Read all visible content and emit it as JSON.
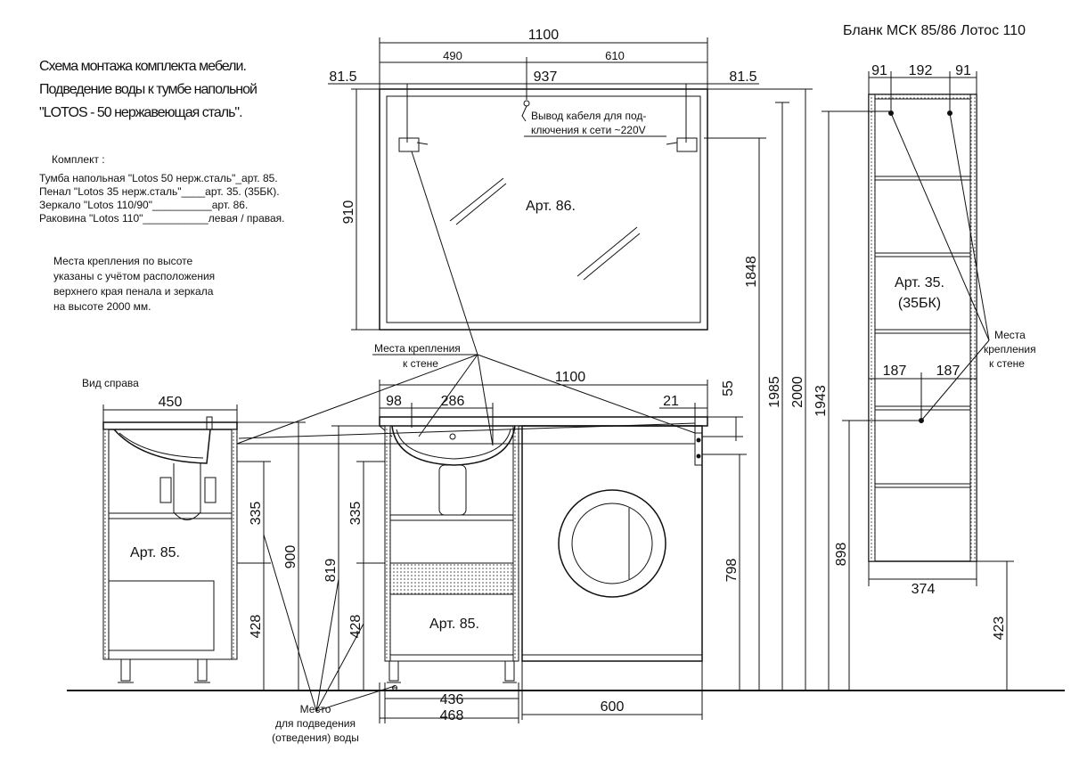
{
  "header": {
    "blank": "Бланк МСК 85/86 Лотос 110"
  },
  "title_lines": [
    "Схема монтажа комплекта мебели.",
    "Подведение воды к тумбе напольной",
    "\"LOTOS - 50 нержавеющая сталь\"."
  ],
  "komplekt": {
    "title": "Комплект :",
    "items": [
      "Тумба напольная \"Lotos 50 нерж.сталь\"_арт. 85.",
      "Пенал \"Lotos 35 нерж.сталь\"____арт. 35. (35БК).",
      "Зеркало \"Lotos 110/90\"__________арт. 86.",
      "Раковина \"Lotos 110\"___________левая / правая."
    ]
  },
  "note_lines": [
    "Места крепления по высоте",
    "указаны с учётом расположения",
    "верхнего края пенала и зеркала",
    "на высоте 2000 мм."
  ],
  "labels": {
    "side_view": "Вид  справа",
    "art85": "Арт. 85.",
    "art86": "Арт. 86.",
    "art35_line1": "Арт. 35.",
    "art35_line2": "(35БК)",
    "cable_line1": "Вывод кабеля для под-",
    "cable_line2": "ключения к сети ~220V",
    "wall_mount_line1": "Места крепления",
    "wall_mount_line2": "к стене",
    "pencil_mount_line1": "Места",
    "pencil_mount_line2": "крепления",
    "pencil_mount_line3": "к стене",
    "water_line1": "Место",
    "water_line2": "для подведения",
    "water_line3": "(отведения) воды"
  },
  "dims": {
    "mirror_width": "1100",
    "mirror_left": "490",
    "mirror_right": "610",
    "mirror_inner": "937",
    "mirror_offset_left": "81.5",
    "mirror_offset_right": "81.5",
    "mirror_height": "910",
    "h_1848": "1848",
    "h_1985": "1985",
    "h_2000": "2000",
    "h_1943": "1943",
    "pencil_91_left": "91",
    "pencil_192": "192",
    "pencil_91_right": "91",
    "pencil_187_left": "187",
    "pencil_187_right": "187",
    "pencil_width": "374",
    "h_898": "898",
    "h_423": "423",
    "top_width": "1100",
    "top_98": "98",
    "top_286": "286",
    "top_21": "21",
    "top_55": "55",
    "side_width": "450",
    "side_335": "335",
    "side_428": "428",
    "side_900": "900",
    "front_819": "819",
    "front_335": "335",
    "front_428": "428",
    "front_798": "798",
    "bottom_436": "436",
    "bottom_468": "468",
    "bottom_600": "600"
  }
}
